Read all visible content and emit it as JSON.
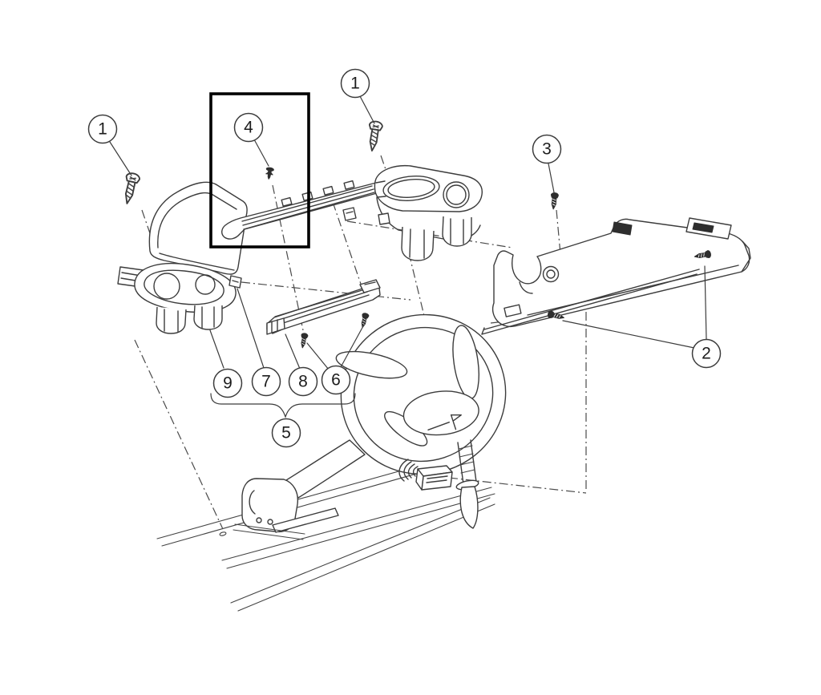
{
  "diagram": {
    "type": "exploded-parts-diagram",
    "background_color": "#ffffff",
    "line_color": "#3c3c3c",
    "highlight_box_color": "#000000"
  },
  "callouts": [
    {
      "id": "1-left",
      "label": "1"
    },
    {
      "id": "1-middle",
      "label": "1"
    },
    {
      "id": "4",
      "label": "4"
    },
    {
      "id": "3",
      "label": "3"
    },
    {
      "id": "2",
      "label": "2"
    },
    {
      "id": "9",
      "label": "9"
    },
    {
      "id": "7",
      "label": "7"
    },
    {
      "id": "8",
      "label": "8"
    },
    {
      "id": "6",
      "label": "6"
    },
    {
      "id": "5",
      "label": "5"
    }
  ],
  "groups": [
    {
      "group_label": "5",
      "member_labels": [
        "9",
        "7",
        "8",
        "6"
      ]
    }
  ]
}
